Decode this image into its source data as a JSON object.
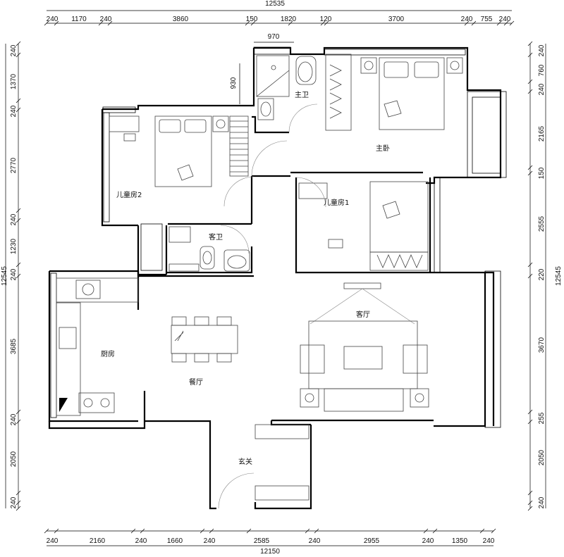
{
  "dimensions": {
    "top_total": "12535",
    "top_segments": [
      "240",
      "1170",
      "240",
      "3860",
      "150",
      "1820",
      "120",
      "3700",
      "240",
      "755",
      "240"
    ],
    "top_inner": "970",
    "bottom_total": "12150",
    "bottom_segments": [
      "240",
      "2160",
      "240",
      "1660",
      "240",
      "2585",
      "240",
      "2955",
      "240",
      "1350",
      "240"
    ],
    "left_total": "12545",
    "left_segments": [
      "240",
      "1370",
      "240",
      "2770",
      "240",
      "1230",
      "240",
      "3685",
      "240",
      "2050",
      "240"
    ],
    "left_inner": "930",
    "right_total": "12545",
    "right_segments": [
      "240",
      "760",
      "240",
      "2165",
      "150",
      "2555",
      "220",
      "3670",
      "255",
      "2050",
      "240"
    ]
  },
  "rooms": {
    "master_bath": "主卫",
    "master_bedroom": "主卧",
    "kids_room_2": "儿童房2",
    "kids_room_1": "儿童房1",
    "guest_bath": "客卫",
    "living_room": "客厅",
    "kitchen": "厨房",
    "dining_room": "餐厅",
    "entrance": "玄关"
  }
}
